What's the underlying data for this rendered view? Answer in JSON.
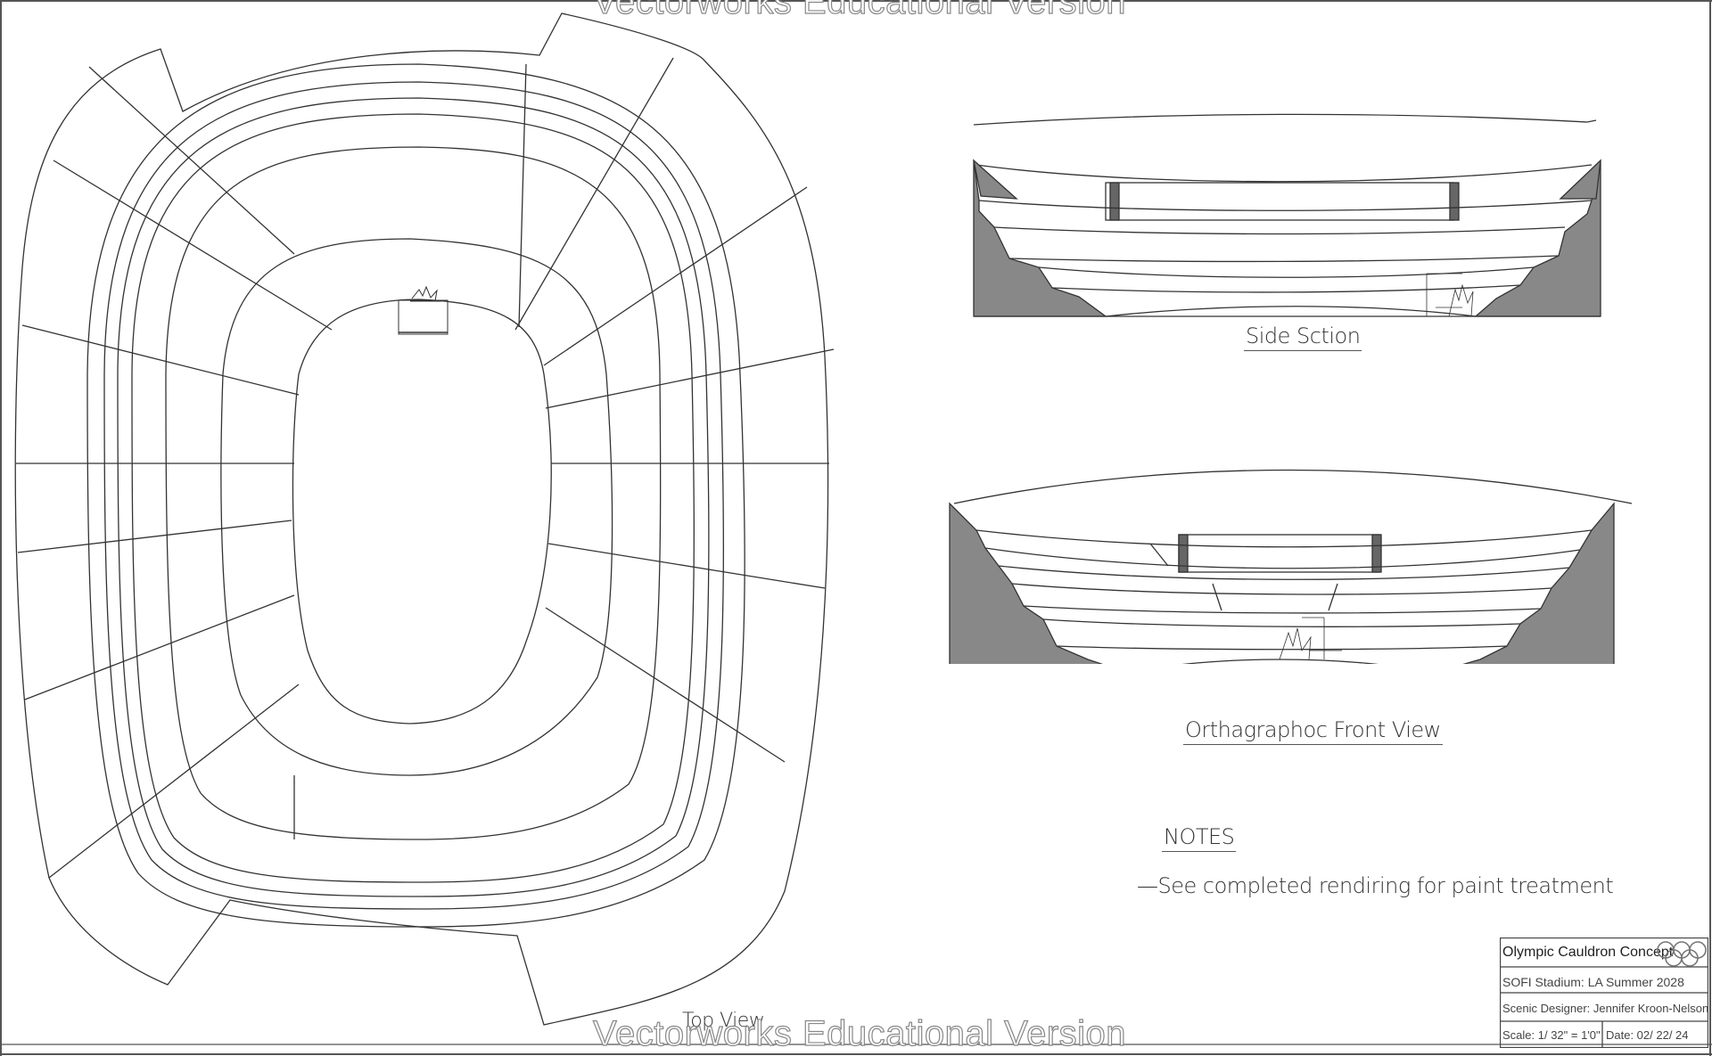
{
  "watermark": "Vectorworks Educational Version",
  "views": {
    "top": "Top View",
    "side": "Side Sction",
    "front": "Orthagraphoc Front View"
  },
  "notes": {
    "heading": "NOTES",
    "items": [
      "—See completed rendiring for paint treatment"
    ]
  },
  "title_block": {
    "title": "Olympic Cauldron Concept",
    "venue": "SOFI Stadium: LA Summer 2028",
    "designer": "Scenic Designer: Jennifer Kroon-Nelson",
    "scale": "Scale: 1/ 32\" = 1'0\"",
    "date": "Date: 02/ 22/ 24",
    "ring_colors": [
      "#777777",
      "#777777",
      "#777777",
      "#777777",
      "#777777"
    ]
  }
}
